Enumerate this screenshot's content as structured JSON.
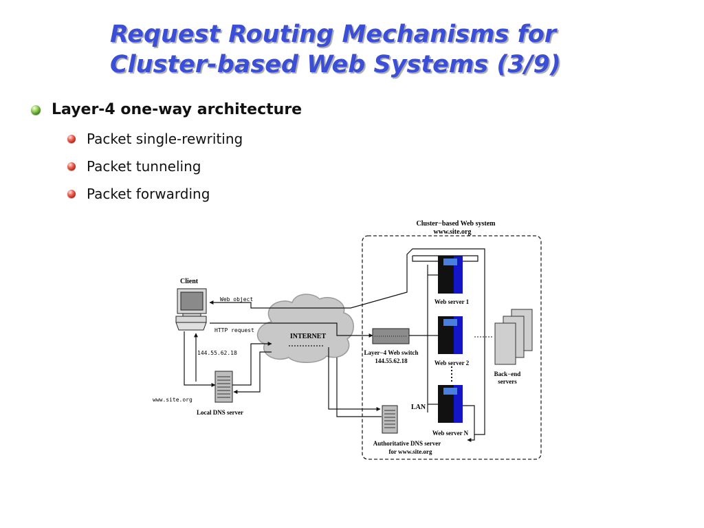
{
  "slide": {
    "title_line1": "Request Routing Mechanisms for",
    "title_line2": "Cluster-based Web Systems (3/9)"
  },
  "bullets": {
    "main": "Layer-4 one-way architecture",
    "sub": [
      "Packet single-rewriting",
      "Packet tunneling",
      "Packet forwarding"
    ]
  },
  "diagram": {
    "cluster_label_line1": "Cluster−based Web system",
    "cluster_label_line2": "www.site.org",
    "client_label": "Client",
    "web_object_label": "Web object",
    "http_request_label": "HTTP request",
    "ip_label": "144.55.62.18",
    "site_label": "www.site.org",
    "local_dns_label": "Local DNS server",
    "internet_label": "INTERNET",
    "switch_label_line1": "Layer−4 Web switch",
    "switch_label_line2": "144.55.62.18",
    "server1_label": "Web server 1",
    "server2_label": "Web server 2",
    "serverN_label": "Web server N",
    "lan_label": "LAN",
    "backend_label_line1": "Back−end",
    "backend_label_line2": "servers",
    "auth_dns_label_line1": "Authoritative DNS server",
    "auth_dns_label_line2": "for www.site.org"
  },
  "colors": {
    "title": "#3b4ed6",
    "server_blue": "#1515c8",
    "cloud_gray": "#c8c8c8"
  }
}
